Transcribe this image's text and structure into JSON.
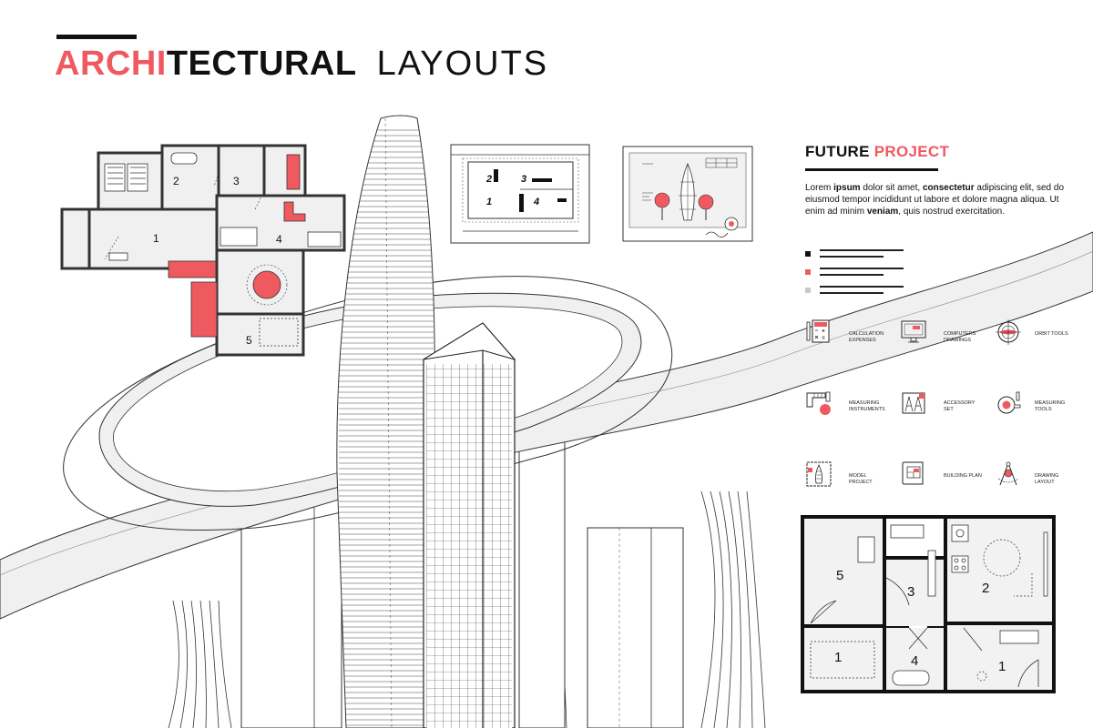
{
  "header": {
    "title_red": "ARCHI",
    "title_bold": "TECTURAL",
    "title_light": "LAYOUTS"
  },
  "future_project": {
    "title_black": "FUTURE",
    "title_red": "PROJECT",
    "lorem": {
      "p1": "Lorem ",
      "b1": "ipsum",
      "p2": " dolor sit amet, ",
      "b2": "consectetur",
      "p3": " adipiscing elit, sed do eiusmod tempor incididunt ut labore et dolore magna aliqua. Ut enim ad minim ",
      "b3": "veniam",
      "p4": ", quis nostrud exercitation."
    }
  },
  "legend_colors": [
    "#111111",
    "#ee5a5f",
    "#c8c8c8"
  ],
  "icons": [
    {
      "name": "calculator-icon",
      "label": "CALCULATION EXPENSES"
    },
    {
      "name": "monitor-icon",
      "label": "COMPUTERS DRAWINGS"
    },
    {
      "name": "compass-orbit-icon",
      "label": "ORBIT TOOLS"
    },
    {
      "name": "caliper-icon",
      "label": "MEASURING INSTRUMENTS"
    },
    {
      "name": "accessory-set-icon",
      "label": "ACCESSORY SET"
    },
    {
      "name": "tape-measure-icon",
      "label": "MEASURING TOOLS"
    },
    {
      "name": "model-project-icon",
      "label": "MODEL PROJECT"
    },
    {
      "name": "building-plan-icon",
      "label": "BUILDING PLAN"
    },
    {
      "name": "drawing-compass-icon",
      "label": "DRAWING LAYOUT"
    }
  ],
  "floorplan_left": {
    "rooms": [
      "1",
      "2",
      "3",
      "4",
      "5"
    ]
  },
  "floorplan_right": {
    "rooms": [
      "5",
      "3",
      "2",
      "1",
      "4",
      "1"
    ]
  },
  "mini_plan": {
    "rooms": [
      "2",
      "3",
      "1",
      "4"
    ]
  },
  "colors": {
    "accent": "#ee5a5f",
    "line": "#222222",
    "fill_gray": "#f0f0f0"
  }
}
